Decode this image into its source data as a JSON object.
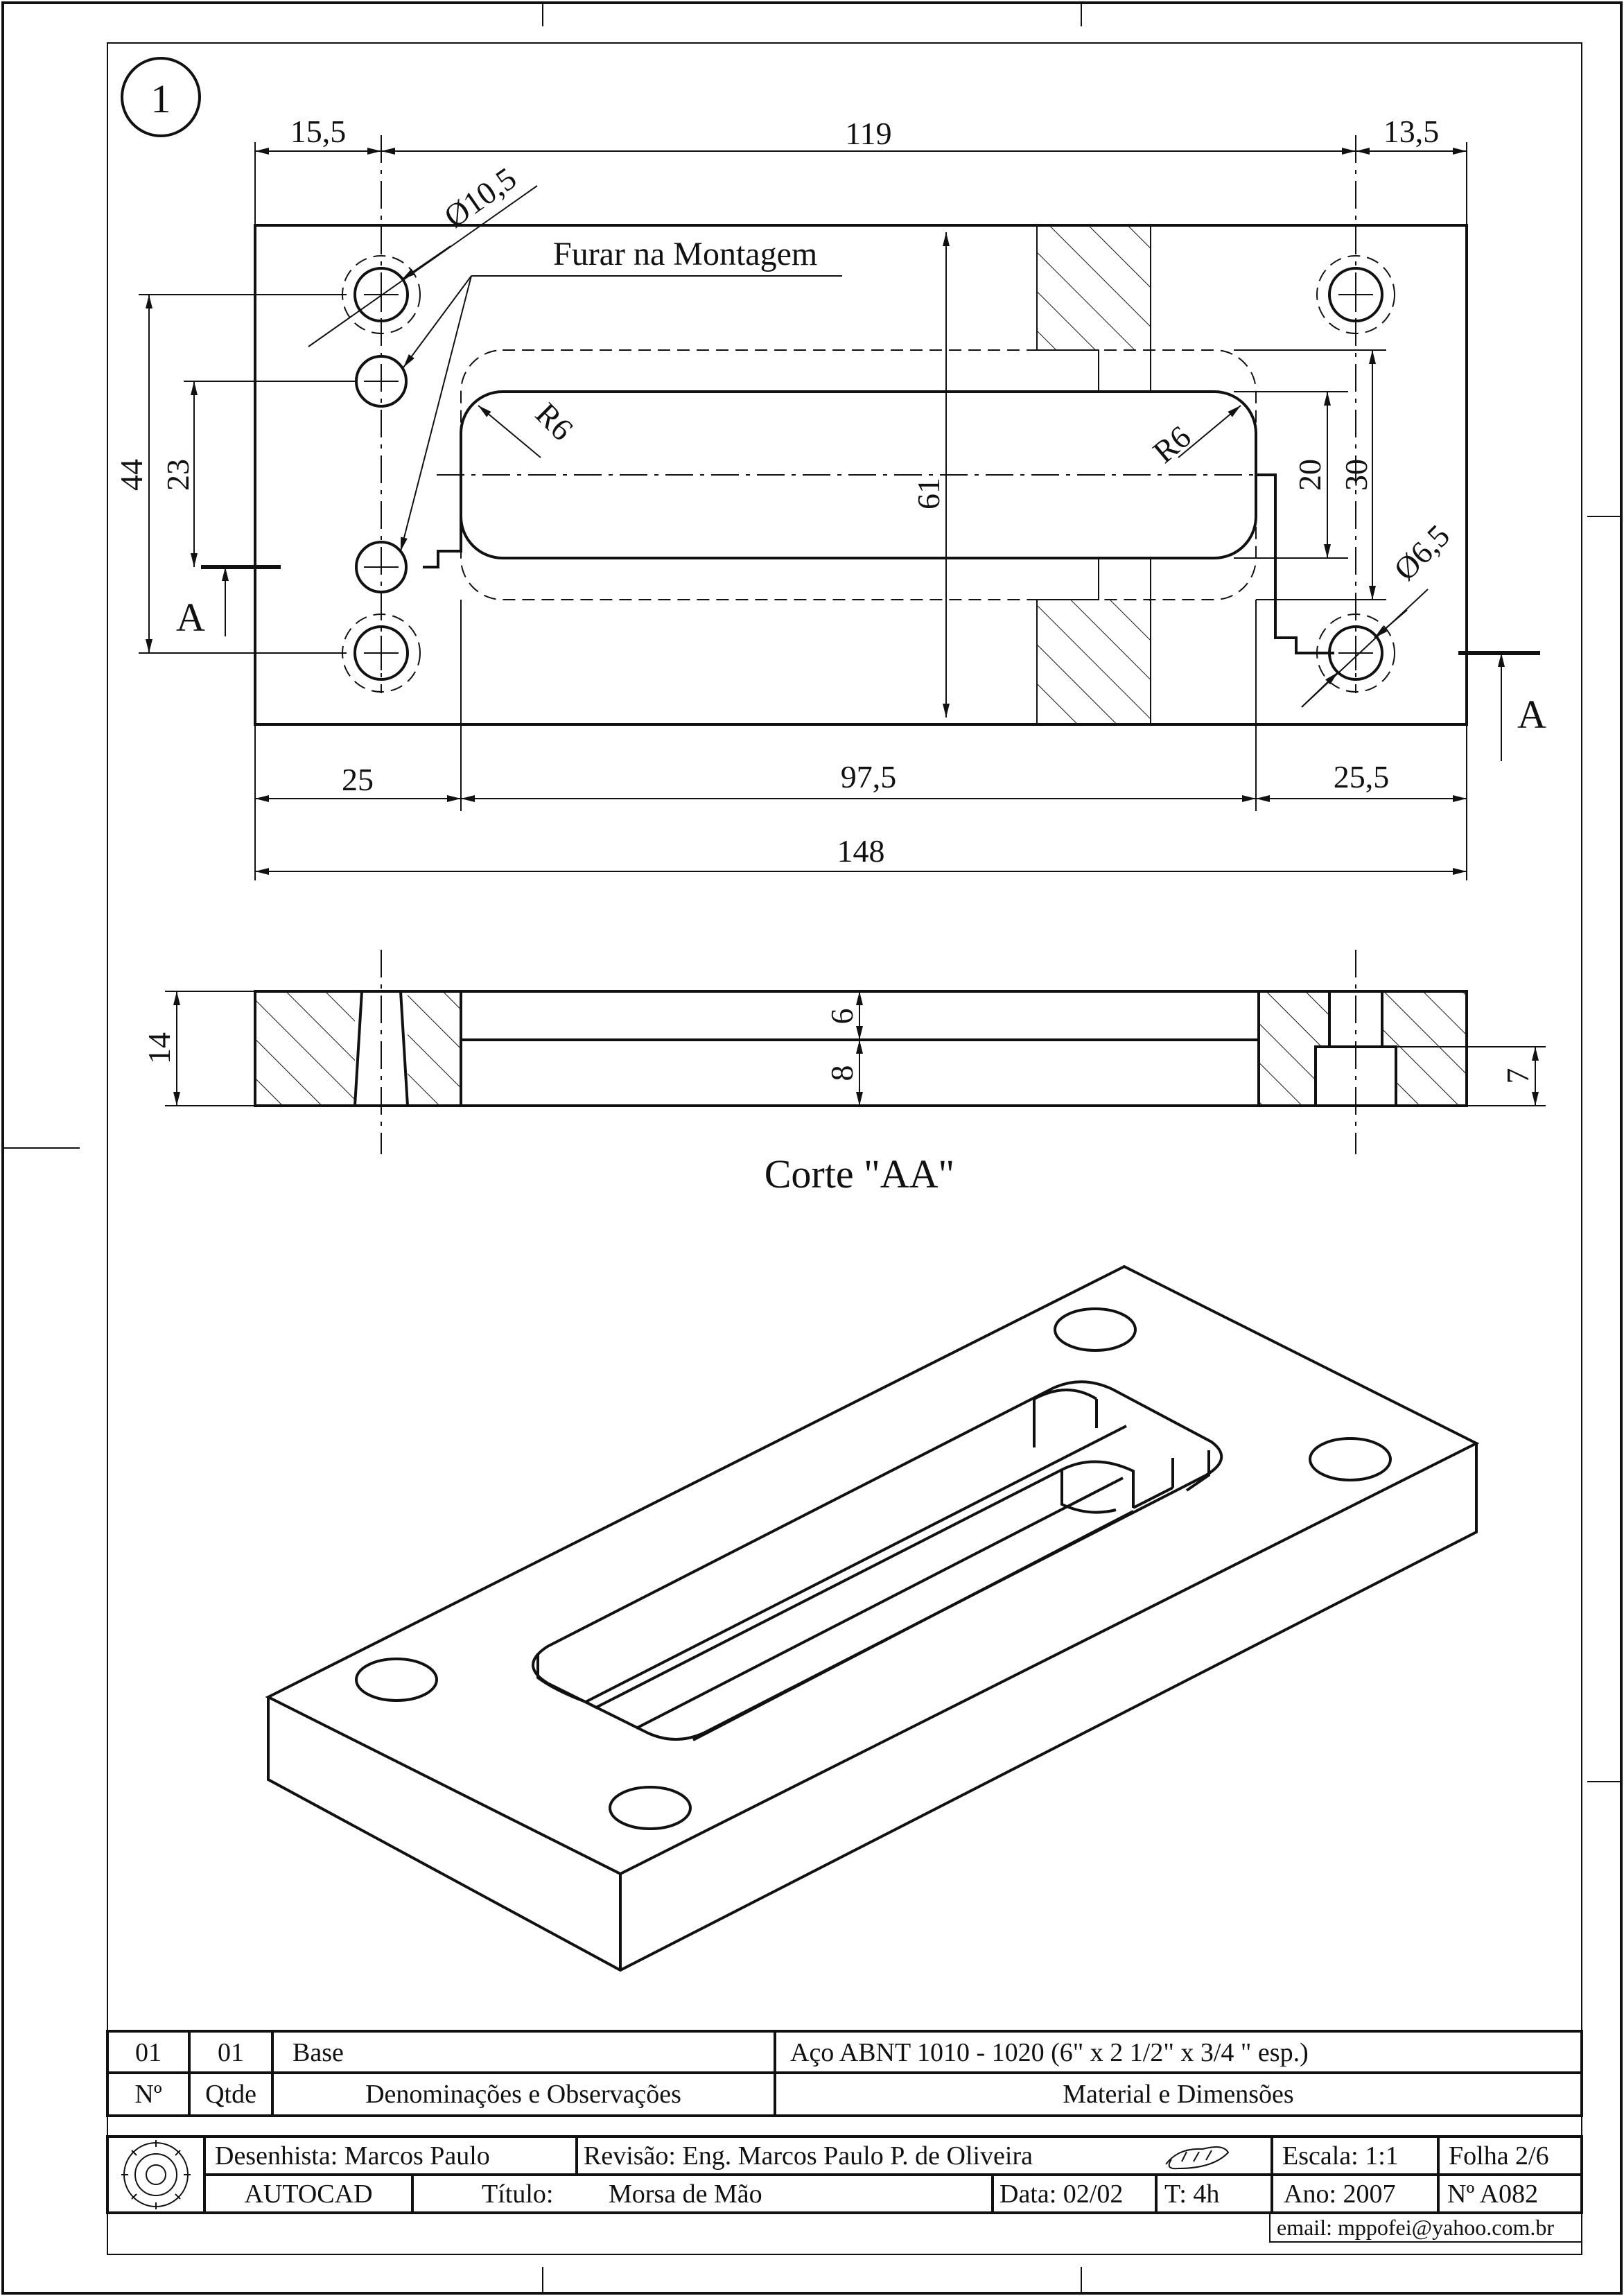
{
  "view_number": "1",
  "plan_view": {
    "dims": {
      "d_left": "15,5",
      "d_mid": "119",
      "d_right": "13,5",
      "dia_large": "Ø10,5",
      "dia_small": "Ø6,5",
      "r_left": "R6",
      "r_right": "R6",
      "h_61": "61",
      "h_44": "44",
      "h_23": "23",
      "h_20": "20",
      "h_30": "30",
      "b_25": "25",
      "b_975": "97,5",
      "b_255": "25,5",
      "total_148": "148"
    },
    "note": "Furar na Montagem",
    "section_marker": "A"
  },
  "section_view": {
    "dims": {
      "h_14": "14",
      "h_6": "6",
      "h_8": "8",
      "h_7": "7"
    },
    "label": "Corte \"AA\""
  },
  "parts_list": {
    "row": {
      "num": "01",
      "qty": "01",
      "name": "Base",
      "material": "Aço ABNT 1010 - 1020  (6\" x 2 1/2\" x 3/4 \" esp.)"
    },
    "header": {
      "num": "Nº",
      "qty": "Qtde",
      "name": "Denominações e Observações",
      "material": "Material e Dimensões"
    }
  },
  "title_block": {
    "designer": "Desenhista:  Marcos Paulo",
    "revision": "Revisão: Eng. Marcos Paulo P. de Oliveira",
    "software": "AUTOCAD",
    "title_label": "Título:",
    "title": "Morsa de Mão",
    "date": "Data: 02/02",
    "time": "T: 4h",
    "scale": "Escala:  1:1",
    "sheet": "Folha 2/6",
    "year": "Ano:  2007",
    "number": "Nº  A082",
    "email": "email: mppofei@yahoo.com.br"
  }
}
